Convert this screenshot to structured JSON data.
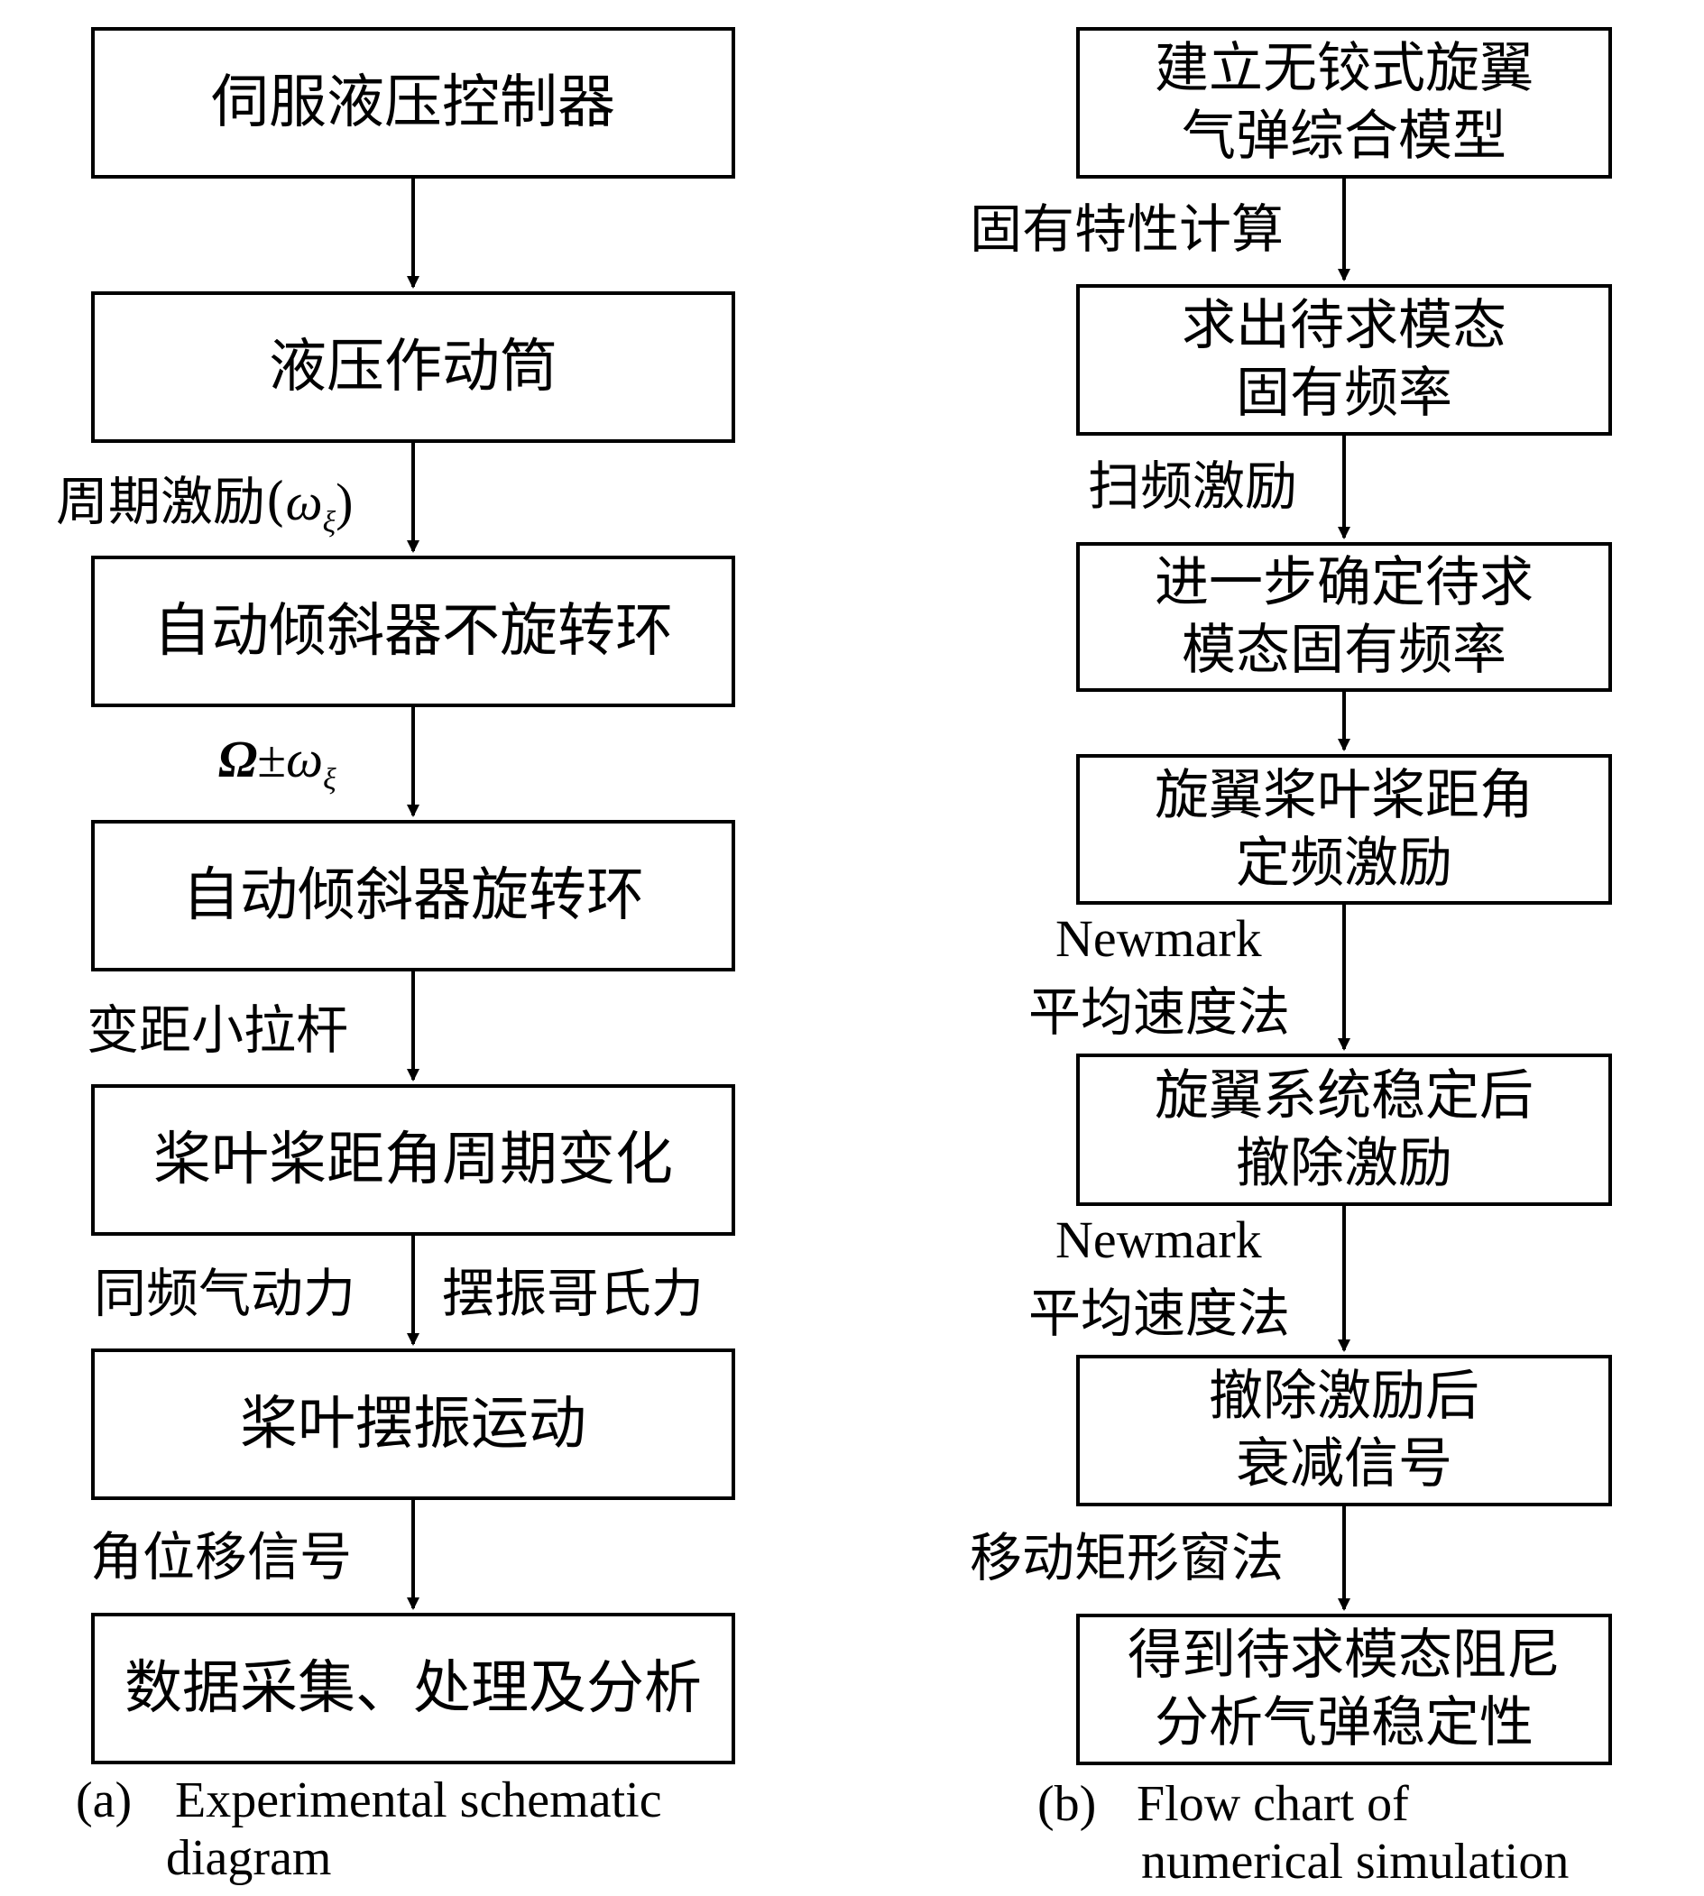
{
  "left_chart": {
    "boxes": [
      {
        "lines": [
          "伺服液压控制器"
        ]
      },
      {
        "lines": [
          "液压作动筒"
        ]
      },
      {
        "lines": [
          "自动倾斜器不旋转环"
        ]
      },
      {
        "lines": [
          "自动倾斜器旋转环"
        ]
      },
      {
        "lines": [
          "桨叶桨距角周期变化"
        ]
      },
      {
        "lines": [
          "桨叶摆振运动"
        ]
      },
      {
        "lines": [
          "数据采集、处理及分析"
        ]
      }
    ],
    "labels": {
      "periodic_excitation": "周期激励(",
      "omega_symbol": "ω",
      "xi_subscript": "ξ",
      "close_paren": ")",
      "capital_omega": "Ω",
      "plus_minus": "±",
      "pitch_link": "变距小拉杆",
      "same_freq_aero": "同频气动力",
      "lag_coriolis": "摆振哥氏力",
      "angular_disp_signal": "角位移信号"
    },
    "caption": {
      "tag": "(a)",
      "line1": "Experimental schematic",
      "line2": "diagram"
    }
  },
  "right_chart": {
    "boxes": [
      {
        "lines": [
          "建立无铰式旋翼",
          "气弹综合模型"
        ]
      },
      {
        "lines": [
          "求出待求模态",
          "固有频率"
        ]
      },
      {
        "lines": [
          "进一步确定待求",
          "模态固有频率"
        ]
      },
      {
        "lines": [
          "旋翼桨叶桨距角",
          "定频激励"
        ]
      },
      {
        "lines": [
          "旋翼系统稳定后",
          "撤除激励"
        ]
      },
      {
        "lines": [
          "撤除激励后",
          "衰减信号"
        ]
      },
      {
        "lines": [
          "得到待求模态阻尼",
          "分析气弹稳定性"
        ]
      }
    ],
    "labels": {
      "natural_char_calc": "固有特性计算",
      "sweep_excitation": "扫频激励",
      "newmark_1": "Newmark",
      "avg_velocity_1": "平均速度法",
      "newmark_2": "Newmark",
      "avg_velocity_2": "平均速度法",
      "moving_rect_window": "移动矩形窗法"
    },
    "caption": {
      "tag": "(b)",
      "line1": "Flow chart of",
      "line2": "numerical simulation"
    }
  }
}
